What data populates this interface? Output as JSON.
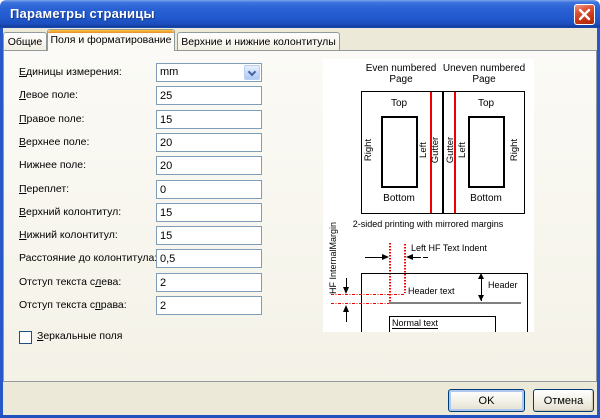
{
  "window": {
    "title": "Параметры страницы"
  },
  "tabs": [
    {
      "label": "Общие"
    },
    {
      "label": "Поля и форматирование"
    },
    {
      "label": "Верхние и нижние колонтитулы"
    }
  ],
  "form": {
    "rows": [
      {
        "label_pre": "",
        "label_key": "Е",
        "label_post": "диницы измерения:",
        "value": "mm",
        "type": "select"
      },
      {
        "label_pre": "",
        "label_key": "Л",
        "label_post": "евое поле:",
        "value": "25",
        "type": "text"
      },
      {
        "label_pre": "",
        "label_key": "П",
        "label_post": "равое поле:",
        "value": "15",
        "type": "text"
      },
      {
        "label_pre": "",
        "label_key": "В",
        "label_post": "ерхнее поле:",
        "value": "20",
        "type": "text"
      },
      {
        "label_pre": "Нижнее поле:",
        "label_key": "",
        "label_post": "",
        "value": "20",
        "type": "text"
      },
      {
        "label_pre": "",
        "label_key": "П",
        "label_post": "ереплет:",
        "value": "0",
        "type": "text"
      },
      {
        "label_pre": "",
        "label_key": "В",
        "label_post": "ерхний колонтитул:",
        "value": "15",
        "type": "text"
      },
      {
        "label_pre": "",
        "label_key": "Н",
        "label_post": "ижний колонтитул:",
        "value": "15",
        "type": "text"
      },
      {
        "label_pre": "Расстояние до колонтитула:",
        "label_key": "",
        "label_post": "",
        "value": "0,5",
        "type": "text"
      },
      {
        "label_pre": "Отступ текста с",
        "label_key": "л",
        "label_post": "ева:",
        "value": "2",
        "type": "text"
      },
      {
        "label_pre": "Отступ текста с",
        "label_key": "п",
        "label_post": "рава:",
        "value": "2",
        "type": "text"
      }
    ],
    "checkbox": {
      "label_pre": "",
      "label_key": "З",
      "label_post": "еркальные поля",
      "checked": false
    }
  },
  "diagram": {
    "even_page": "Even numbered Page",
    "uneven_page": "Uneven numbered Page",
    "top": "Top",
    "bottom": "Bottom",
    "left": "Left",
    "right": "Right",
    "gutter": "Gutter",
    "caption": "2-sided printing with mirrored margins",
    "hf_internal_margin": "HF InternalMargin",
    "left_hf_text_indent": "Left HF Text Indent",
    "header_text": "Header text",
    "header": "Header",
    "normal_text": "Normal text"
  },
  "buttons": {
    "ok": "OK",
    "cancel": "Отмена"
  }
}
